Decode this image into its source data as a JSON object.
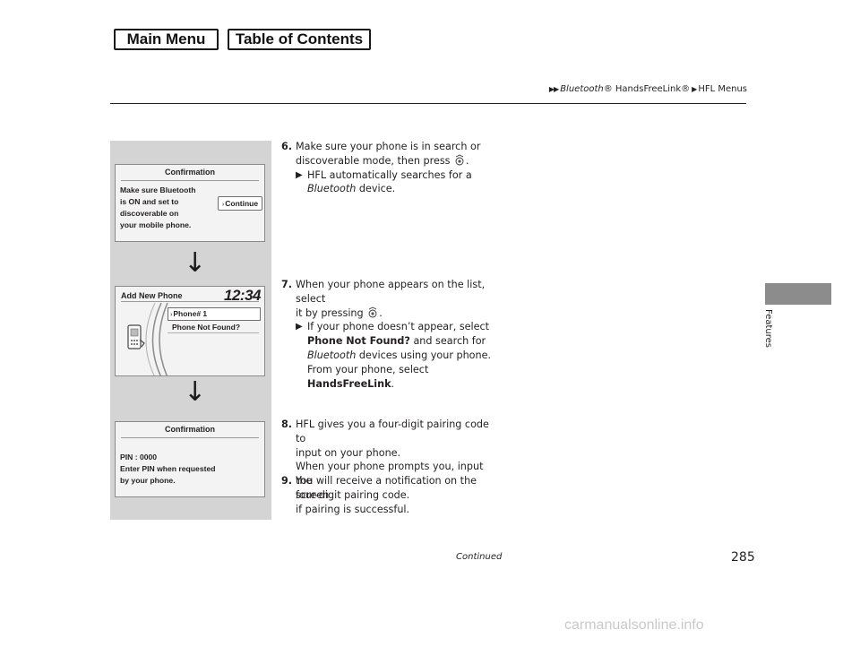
{
  "nav": {
    "main_menu": "Main Menu",
    "table_of_contents": "Table of Contents"
  },
  "breadcrumb": {
    "part1": "Bluetooth",
    "part2": "® HandsFreeLink®",
    "part3": "HFL Menus"
  },
  "side_tab": {
    "label": "Features"
  },
  "screen1": {
    "title": "Confirmation",
    "lines": [
      "Make sure Bluetooth",
      "is ON and set to",
      "discoverable on",
      "your mobile phone."
    ],
    "button": "Continue"
  },
  "screen2": {
    "title": "Add New Phone",
    "time": "12:34",
    "items": [
      "Phone# 1",
      "Phone Not  Found?"
    ]
  },
  "screen3": {
    "title": "Confirmation",
    "lines": [
      "PIN :  0000",
      "Enter PIN when requested",
      "by your phone."
    ]
  },
  "steps": {
    "s6": {
      "num": "6.",
      "l1": "Make sure your phone is in search or",
      "l2a": "discoverable mode, then press",
      "l2b": ".",
      "sub1": "HFL automatically searches for a",
      "sub2a": "Bluetooth",
      "sub2b": " device."
    },
    "s7": {
      "num": "7.",
      "l1": "When your phone appears on the list, select",
      "l2a": "it by pressing",
      "l2b": ".",
      "sub1": "If your phone doesn’t appear, select",
      "sub2a": "Phone Not Found?",
      "sub2b": " and search for",
      "sub3a": "Bluetooth",
      "sub3b": " devices using your phone.",
      "sub4": "From your phone, select",
      "sub5a": "HandsFreeLink",
      "sub5b": "."
    },
    "s8": {
      "num": "8.",
      "l1": "HFL gives you a four-digit pairing code to",
      "l2": "input on your phone.",
      "l3": "When your phone prompts you, input the",
      "l4": "four-digit pairing code."
    },
    "s9": {
      "num": "9.",
      "l1": "You will receive a notification on the screen",
      "l2": "if pairing is successful."
    }
  },
  "footer": {
    "continued": "Continued",
    "page": "285"
  },
  "watermark": "carmanualsonline.info"
}
